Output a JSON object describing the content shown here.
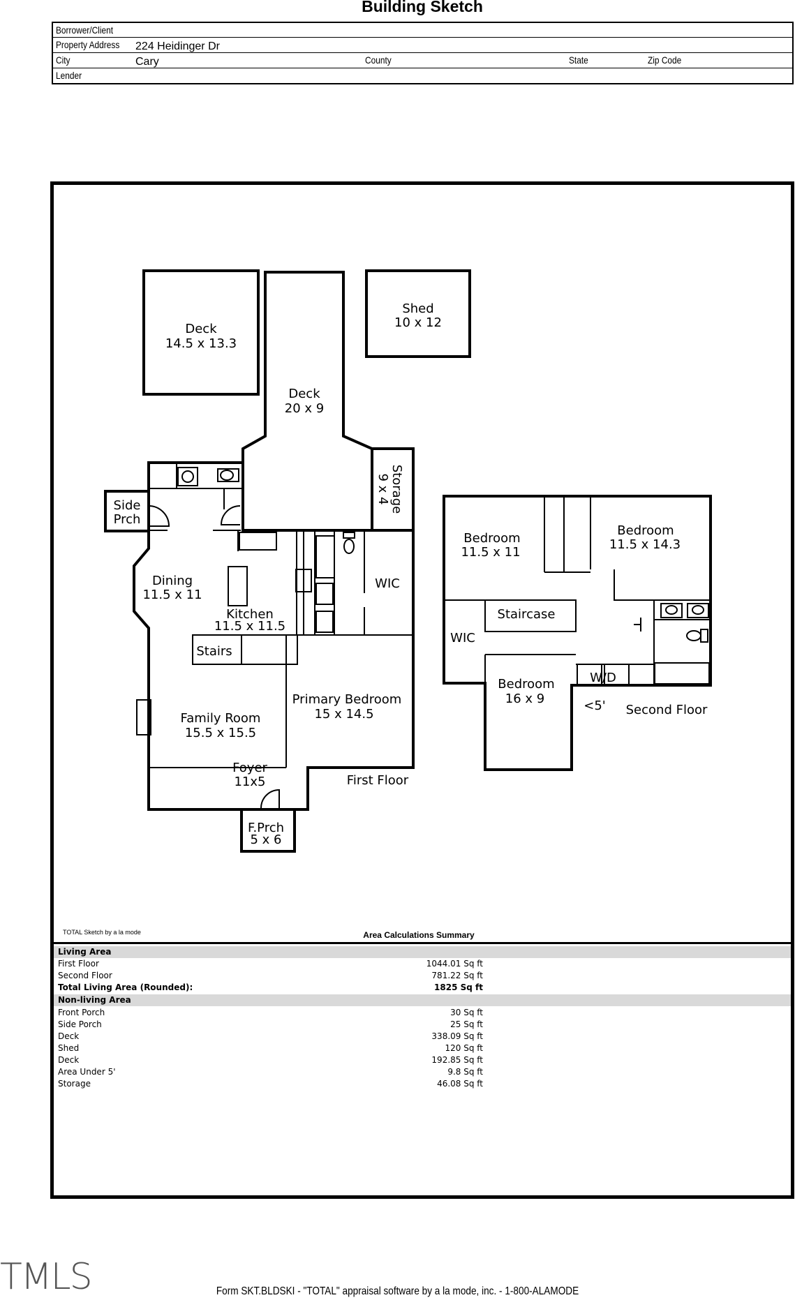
{
  "title": "Building Sketch",
  "info": {
    "borrower_label": "Borrower/Client",
    "address_label": "Property Address",
    "address_value": "224 Heidinger Dr",
    "city_label": "City",
    "city_value": "Cary",
    "county_label": "County",
    "state_label": "State",
    "zip_label": "Zip Code",
    "lender_label": "Lender"
  },
  "plan": {
    "deck1_name": "Deck",
    "deck1_dim": "14.5 x 13.3",
    "deck2_name": "Deck",
    "deck2_dim": "20 x 9",
    "shed_name": "Shed",
    "shed_dim": "10 x 12",
    "storage_name": "Storage",
    "storage_dim": "9 x 4",
    "side_name": "Side",
    "side_name2": "Prch",
    "dining_name": "Dining",
    "dining_dim": "11.5 x 11",
    "kitchen_name": "Kitchen",
    "kitchen_dim": "11.5 x 11.5",
    "wic1": "WIC",
    "stairs": "Stairs",
    "family_name": "Family Room",
    "family_dim": "15.5 x 15.5",
    "primary_name": "Primary Bedroom",
    "primary_dim": "15 x 14.5",
    "foyer_name": "Foyer",
    "foyer_dim": "11x5",
    "first_floor": "First Floor",
    "fprch_name": "F.Prch",
    "fprch_dim": "5 x 6",
    "bed1_name": "Bedroom",
    "bed1_dim": "11.5 x 11",
    "bed2_name": "Bedroom",
    "bed2_dim": "11.5 x 14.3",
    "staircase": "Staircase",
    "wic2": "WIC",
    "bed3_name": "Bedroom",
    "bed3_dim": "16 x 9",
    "wd": "W/D",
    "under5": "<5'",
    "second_floor": "Second Floor"
  },
  "sketch_credit": "TOTAL Sketch by a la mode",
  "summary": {
    "title": "Area Calculations Summary",
    "living_header": "Living Area",
    "living": [
      {
        "label": "First Floor",
        "value": "1044.01 Sq ft"
      },
      {
        "label": "Second Floor",
        "value": "781.22 Sq ft"
      }
    ],
    "living_total_label": "Total Living Area (Rounded):",
    "living_total_value": "1825 Sq ft",
    "nonliving_header": "Non-living Area",
    "nonliving": [
      {
        "label": "Front Porch",
        "value": "30 Sq ft"
      },
      {
        "label": "Side Porch",
        "value": "25 Sq ft"
      },
      {
        "label": "Deck",
        "value": "338.09 Sq ft"
      },
      {
        "label": "Shed",
        "value": "120 Sq ft"
      },
      {
        "label": "Deck",
        "value": "192.85 Sq ft"
      },
      {
        "label": "Area Under 5'",
        "value": "9.8 Sq ft"
      },
      {
        "label": "Storage",
        "value": "46.08 Sq ft"
      }
    ]
  },
  "footer": "Form SKT.BLDSKI - \"TOTAL\" appraisal software by a la mode, inc. - 1-800-ALAMODE",
  "mls_logo": "TMLS"
}
